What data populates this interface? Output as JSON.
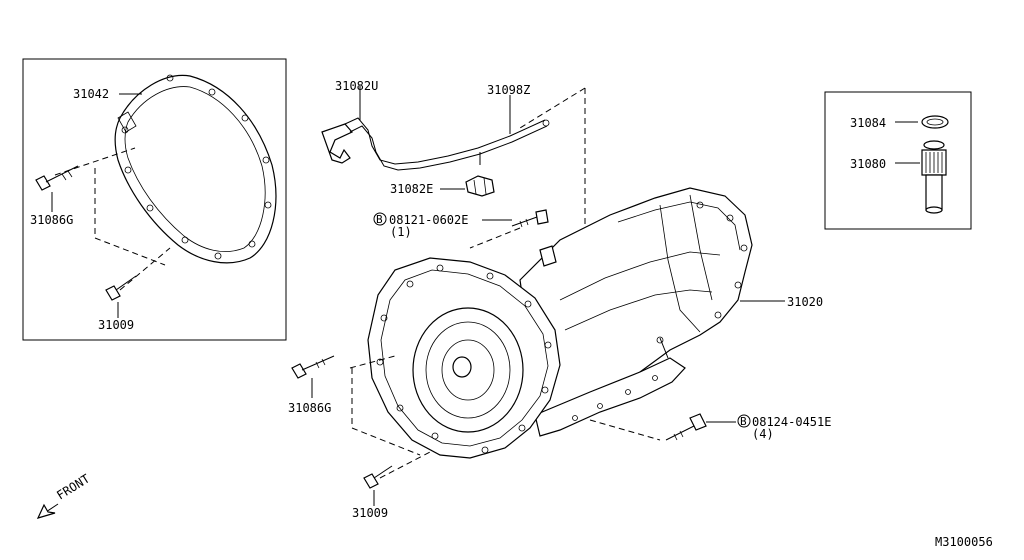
{
  "diagram": {
    "code": "M3100056",
    "front_label": "FRONT",
    "labels": {
      "p31042": "31042",
      "p31086g_inset": "31086G",
      "p31009_inset": "31009",
      "p31082u": "31082U",
      "p31098z": "31098Z",
      "p31082e": "31082E",
      "bolt_top_marker": "B",
      "bolt_top": "08121-0602E",
      "bolt_top_qty": "(1)",
      "p31084": "31084",
      "p31080": "31080",
      "p31020": "31020",
      "p31086g_main": "31086G",
      "bolt_bottom_marker": "B",
      "bolt_bottom": "08124-0451E",
      "bolt_bottom_qty": "(4)",
      "p31009_main": "31009"
    }
  }
}
